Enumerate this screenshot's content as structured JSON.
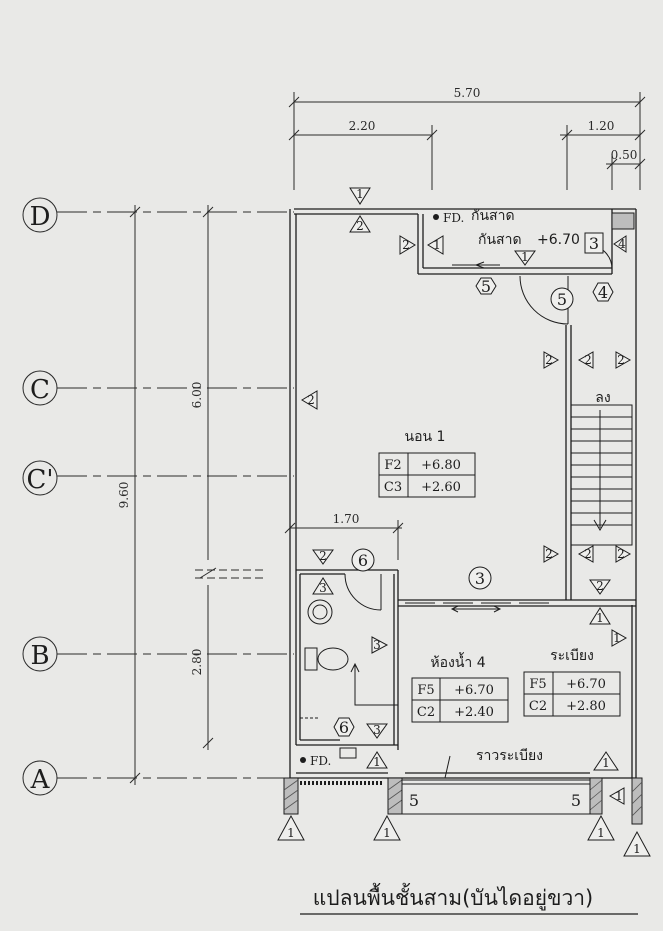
{
  "dimensions": {
    "overall_width": "5.70",
    "left_width": "2.20",
    "right_width": "1.20",
    "right_small": "0.50",
    "total_depth": "9.60",
    "upper_depth": "6.00",
    "lower_depth": "2.80",
    "bath_width": "1.70"
  },
  "grid_lines": [
    "D",
    "C",
    "C'",
    "B",
    "A"
  ],
  "rooms": {
    "canopy": {
      "label": "กันสาด",
      "level": "+6.70"
    },
    "bedroom": {
      "label": "นอน 1",
      "table": [
        [
          "F2",
          "+6.80"
        ],
        [
          "C3",
          "+2.60"
        ]
      ]
    },
    "bathroom": {
      "label": "ห้องน้ำ 4",
      "table": [
        [
          "F5",
          "+6.70"
        ],
        [
          "C2",
          "+2.40"
        ]
      ]
    },
    "balcony": {
      "label": "ระเบียง",
      "table": [
        [
          "F5",
          "+6.70"
        ],
        [
          "C2",
          "+2.80"
        ]
      ]
    }
  },
  "annotations": {
    "floor_drain": "FD.",
    "stair_down": "ลง",
    "balcony_railing": "ราวระเบียง"
  },
  "markers": {
    "n1": "1",
    "n2": "2",
    "n3": "3",
    "n4": "4",
    "n5": "5",
    "n6": "6"
  },
  "title": "แปลนพื้นชั้นสาม(บันไดอยู่ขวา)",
  "colors": {
    "ink": "#1d1d1d",
    "paper": "#e9e9e7",
    "hatch": "#555555"
  }
}
